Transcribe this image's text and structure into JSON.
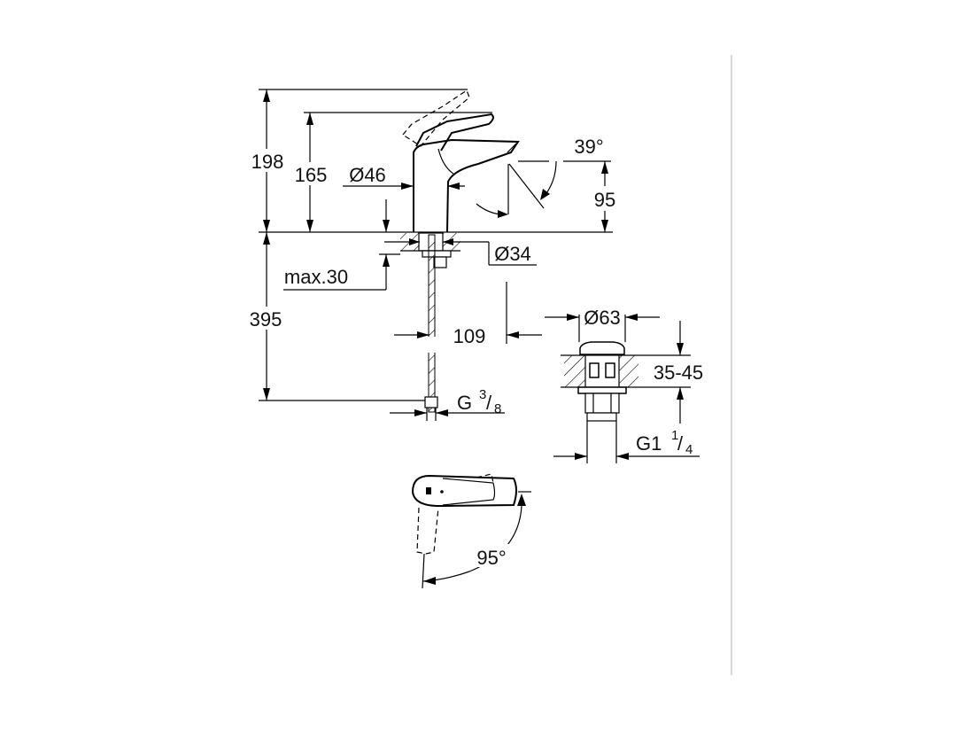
{
  "drawing": {
    "dimensions": {
      "total_height": "198",
      "spout_height": "165",
      "body_diameter": "Ø46",
      "spout_clearance": "95",
      "spout_angle": "39°",
      "base_diameter": "Ø34",
      "max_deck_thickness": "max.30",
      "hose_length": "395",
      "projection": "109",
      "hose_connection_main": "G",
      "hose_connection_num": "3",
      "hose_connection_den": "8",
      "waste_diameter": "Ø63",
      "waste_thickness": "35-45",
      "waste_connection_main": "G1",
      "waste_connection_num": "1",
      "waste_connection_den": "4",
      "lever_rotation": "95°"
    },
    "colors": {
      "line": "#000000",
      "separator": "#cccccc",
      "background": "#ffffff"
    }
  }
}
